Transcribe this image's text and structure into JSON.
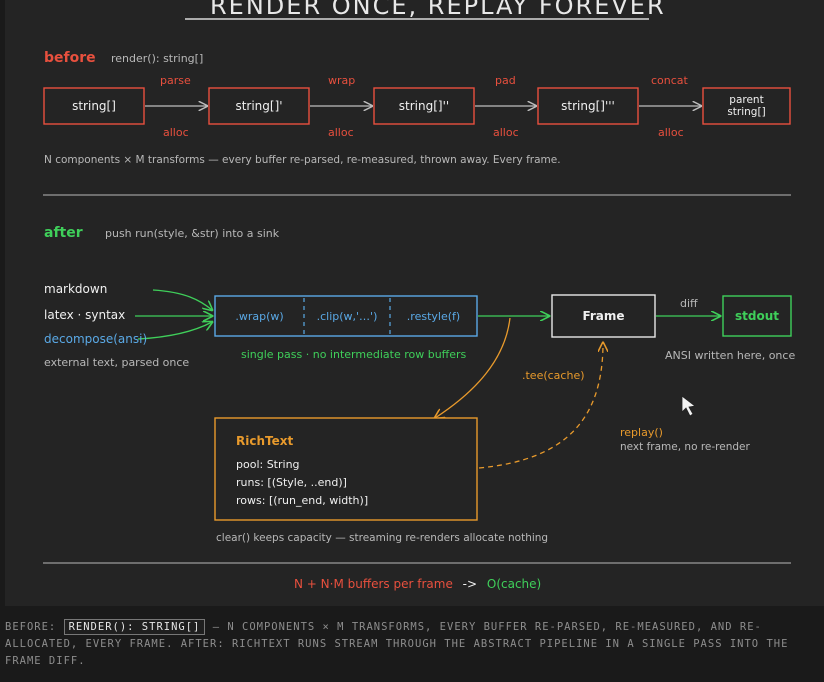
{
  "title": "RENDER ONCE, REPLAY FOREVER",
  "before": {
    "label": "before",
    "signature": "render(): string[]",
    "boxes": [
      "string[]",
      "string[]'",
      "string[]''",
      "string[]'''",
      "parent string[]"
    ],
    "ops": [
      "parse",
      "wrap",
      "pad",
      "concat"
    ],
    "alloc": [
      "alloc",
      "alloc",
      "alloc",
      "alloc"
    ],
    "note": "N components × M transforms — every buffer re-parsed, re-measured, thrown away. Every frame."
  },
  "after": {
    "label": "after",
    "signature": "push run(style, &str) into a sink",
    "inputs": [
      "markdown",
      "latex · syntax",
      "decompose(ansi)"
    ],
    "inputs_note": "external text, parsed once",
    "pipeline": [
      ".wrap(w)",
      ".clip(w,'…')",
      ".restyle(f)"
    ],
    "pipeline_note": "single pass · no intermediate row buffers",
    "frame": "Frame",
    "diff": "diff",
    "stdout": "stdout",
    "stdout_note": "ANSI written here, once",
    "tee": ".tee(cache)",
    "richtext": {
      "title": "RichText",
      "fields": [
        "pool: String",
        "runs: [(Style, ..end)]",
        "rows: [(run_end, width)]"
      ]
    },
    "replay": "replay()",
    "replay_note": "next frame, no re-render",
    "clear_note": "clear() keeps capacity — streaming re-renders allocate nothing"
  },
  "summary": {
    "left": "N + N·M buffers per frame",
    "arrow": "->",
    "right": "O(cache)"
  },
  "caption": {
    "prefix": "BEFORE:",
    "code": "RENDER(): STRING[]",
    "rest": "— N COMPONENTS × M TRANSFORMS, EVERY BUFFER RE-PARSED, RE-MEASURED, AND RE-ALLOCATED, EVERY FRAME. AFTER: RICHTEXT RUNS STREAM THROUGH THE ABSTRACT PIPELINE IN A SINGLE PASS INTO THE FRAME DIFF."
  },
  "colors": {
    "red": "#e8503e",
    "green": "#3fcf5a",
    "blue": "#5aa9e6",
    "orange": "#e89a2c",
    "background": "#242424"
  }
}
